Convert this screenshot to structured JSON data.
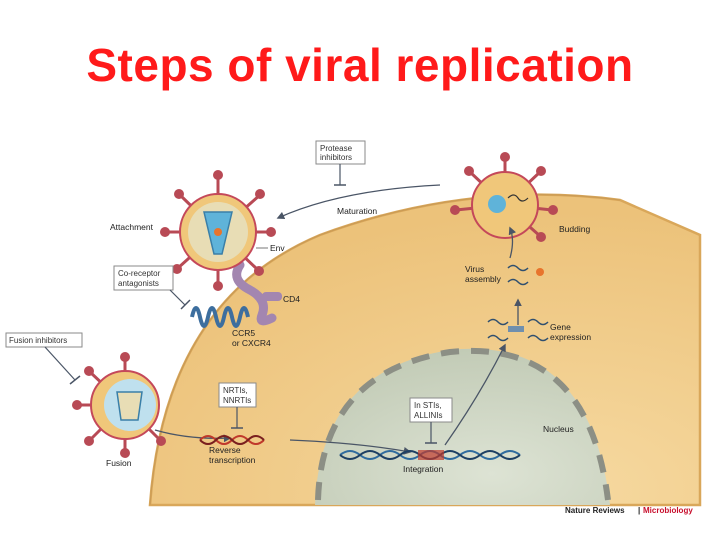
{
  "title": "Steps of viral replication",
  "labels": {
    "attachment": "Attachment",
    "env": "Env",
    "cd4": "CD4",
    "ccr5": "CCR5",
    "cxcr4": "or CXCR4",
    "maturation": "Maturation",
    "budding": "Budding",
    "virus_assembly_1": "Virus",
    "virus_assembly_2": "assembly",
    "gene_expression_1": "Gene",
    "gene_expression_2": "expression",
    "fusion": "Fusion",
    "reverse_transcription_1": "Reverse",
    "reverse_transcription_2": "transcription",
    "integration": "Integration",
    "nucleus": "Nucleus"
  },
  "inhibitors": {
    "protease_1": "Protease",
    "protease_2": "inhibitors",
    "coreceptor_1": "Co-receptor",
    "coreceptor_2": "antagonists",
    "fusion": "Fusion inhibitors",
    "nrti_1": "NRTIs,",
    "nrti_2": "NNRTIs",
    "instis_1": "In STIs,",
    "instis_2": "ALLINIs"
  },
  "credit": {
    "journal": "Nature Reviews",
    "separator": "|",
    "subject": "Microbiology"
  },
  "colors": {
    "title": "#ff1a1a",
    "cell": "#efc986",
    "nucleus": "#cfd6c5",
    "virus_envelope": "#f0c77a",
    "virus_core": "#5fb3d9",
    "spike": "#b84a55",
    "arrow": "#4a5566",
    "cd4": "#a386b0",
    "ccr5": "#3d6e9e",
    "credit_accent": "#c8102e"
  }
}
